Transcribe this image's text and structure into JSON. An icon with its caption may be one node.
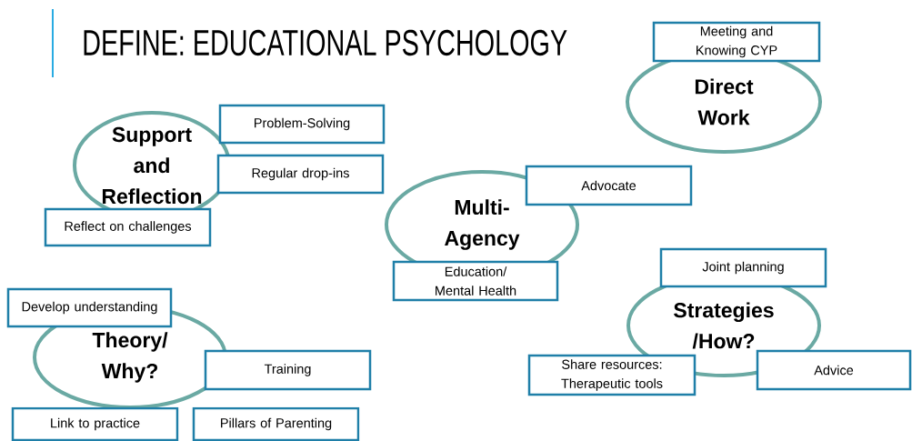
{
  "diagram": {
    "title": "DEFINE: EDUCATIONAL PSYCHOLOGY",
    "nodes": [
      {
        "text": [
          "Support and Reflection"
        ]
      },
      {
        "text": [
          "Problem-Solving"
        ]
      },
      {
        "text": [
          "Regular drop-ins"
        ]
      },
      {
        "text": [
          "Reflect on challenges"
        ]
      },
      {
        "text": [
          "Meeting and Knowing CYP"
        ]
      },
      {
        "text": [
          "Direct Work"
        ]
      },
      {
        "text": [
          "Advocate"
        ]
      },
      {
        "text": [
          "Multi-Agency"
        ]
      },
      {
        "text": [
          "Education/ Mental Health"
        ]
      },
      {
        "text": [
          "Develop understanding"
        ]
      },
      {
        "text": [
          "Theory/ Why?"
        ]
      },
      {
        "text": [
          "Training"
        ]
      },
      {
        "text": [
          "Link to practice"
        ]
      },
      {
        "text": [
          "Pillars of Parenting"
        ]
      },
      {
        "text": [
          "Joint planning"
        ]
      },
      {
        "text": [
          "Strategies /How?"
        ]
      },
      {
        "text": [
          "Share resources: Therapeutic tools"
        ]
      },
      {
        "text": [
          "Advice"
        ]
      }
    ]
  }
}
